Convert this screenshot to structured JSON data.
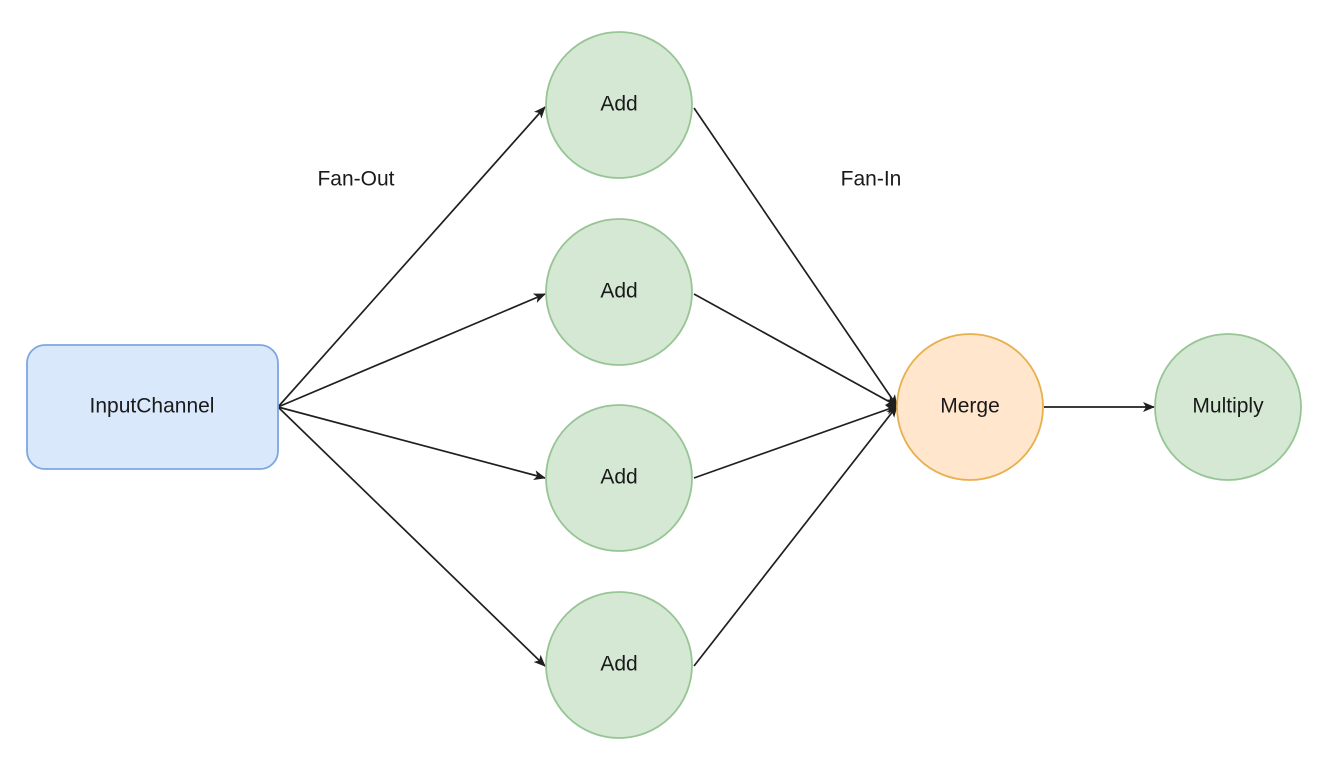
{
  "colors": {
    "input_fill": "#dae8fc",
    "input_stroke": "#7ea6e0",
    "add_fill": "#d5e8d4",
    "add_stroke": "#98c595",
    "merge_fill": "#ffe6cc",
    "merge_stroke": "#e8b04c",
    "edge": "#1f1f1f"
  },
  "labels": {
    "fan_out": "Fan-Out",
    "fan_in": "Fan-In"
  },
  "nodes": {
    "input": {
      "label": "InputChannel"
    },
    "add": [
      {
        "label": "Add"
      },
      {
        "label": "Add"
      },
      {
        "label": "Add"
      },
      {
        "label": "Add"
      }
    ],
    "merge": {
      "label": "Merge"
    },
    "multiply": {
      "label": "Multiply"
    }
  }
}
